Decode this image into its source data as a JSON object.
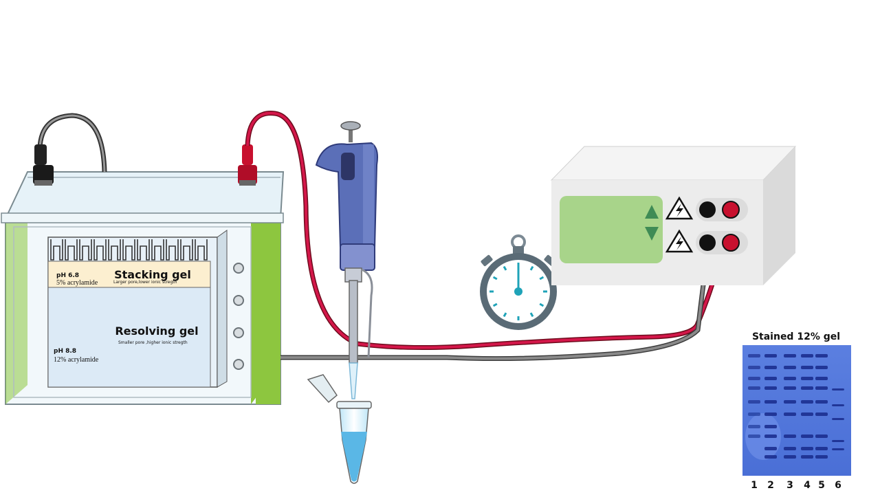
{
  "tank": {
    "stacking": {
      "title": "Stacking gel",
      "ph": "pH 6.8",
      "acrylamide": "5% acrylamide",
      "note": "Larger pore,lower ionic stregth"
    },
    "resolving": {
      "title": "Resolving gel",
      "ph": "pH 8.8",
      "acrylamide": "12% acrylamide",
      "note": "Smaller pore ,higher ionic stregth"
    }
  },
  "gel_photo": {
    "title": "Stained 12% gel",
    "lanes": [
      "1",
      "2",
      "3",
      "4",
      "5",
      "6"
    ]
  },
  "colors": {
    "tank_green": "#8dc63f",
    "red_wire": "#c8102e",
    "gray_wire": "#6d6d6d",
    "display_green": "#a8d48a",
    "gel_blue": "#3a5fcd",
    "pipette_blue": "#5b6fb8",
    "liquid_blue": "#5ab7e6"
  },
  "icons": [
    "warning-high-voltage-icon",
    "stopwatch-icon",
    "arrow-up-down-icon"
  ]
}
